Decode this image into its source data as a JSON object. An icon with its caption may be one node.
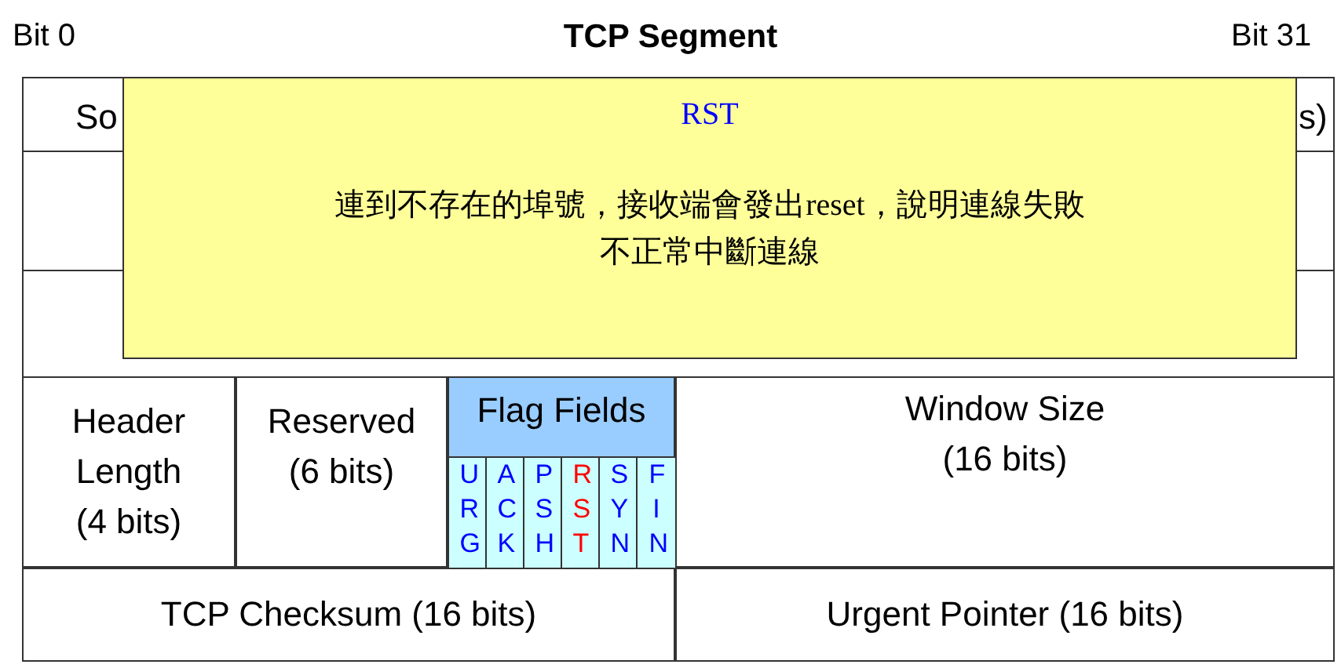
{
  "diagram": {
    "title": "TCP Segment",
    "nodes": [
      {
        "text": [
          "RST",
          "連到不存在的埠號，接收端會發出reset，說明連線失敗",
          "不正常中斷連線"
        ]
      },
      {
        "text": [
          "Header Length (4 bits)"
        ]
      },
      {
        "text": [
          "Reserved (6 bits)"
        ]
      },
      {
        "text": [
          "Flag Fields"
        ]
      },
      {
        "text": [
          "URG"
        ],
        "in": 3
      },
      {
        "text": [
          "ACK"
        ],
        "in": 3
      },
      {
        "text": [
          "PSH"
        ],
        "in": 3
      },
      {
        "text": [
          "RST"
        ],
        "in": 3
      },
      {
        "text": [
          "SYN"
        ],
        "in": 3
      },
      {
        "text": [
          "FIN"
        ],
        "in": 3
      },
      {
        "text": [
          "Window Size (16 bits)"
        ]
      },
      {
        "text": [
          "TCP Checksum (16 bits)"
        ]
      },
      {
        "text": [
          "Urgent Pointer (16 bits)"
        ]
      }
    ],
    "labels": [
      "Bit 0",
      "Bit 31",
      "So",
      "s)"
    ]
  }
}
